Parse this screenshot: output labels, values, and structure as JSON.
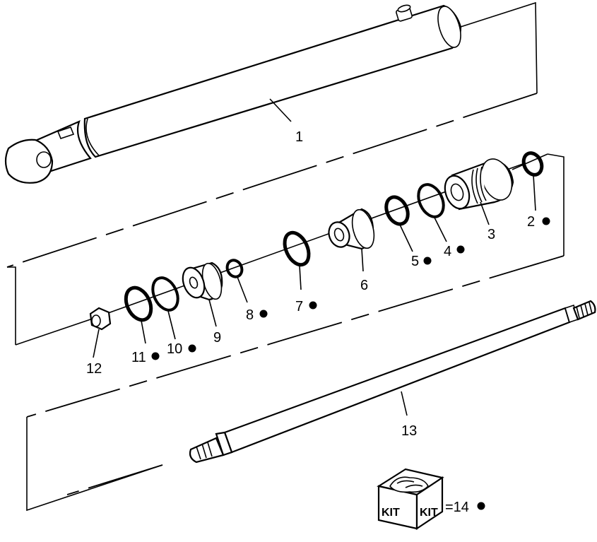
{
  "diagram": {
    "parts": [
      {
        "id": "part-1",
        "label": "1",
        "kit": false
      },
      {
        "id": "part-2",
        "label": "2",
        "kit": true
      },
      {
        "id": "part-3",
        "label": "3",
        "kit": false
      },
      {
        "id": "part-4",
        "label": "4",
        "kit": true
      },
      {
        "id": "part-5",
        "label": "5",
        "kit": true
      },
      {
        "id": "part-6",
        "label": "6",
        "kit": false
      },
      {
        "id": "part-7",
        "label": "7",
        "kit": true
      },
      {
        "id": "part-8",
        "label": "8",
        "kit": true
      },
      {
        "id": "part-9",
        "label": "9",
        "kit": false
      },
      {
        "id": "part-10",
        "label": "10",
        "kit": true
      },
      {
        "id": "part-11",
        "label": "11",
        "kit": true
      },
      {
        "id": "part-12",
        "label": "12",
        "kit": false
      },
      {
        "id": "part-13",
        "label": "13",
        "kit": false
      }
    ],
    "kit_box": {
      "box_text_left": "KIT",
      "box_text_right": "KIT",
      "equals_label": "=14"
    },
    "kit_marker_symbol": "●",
    "colors": {
      "line": "#000000",
      "background": "#ffffff"
    }
  }
}
